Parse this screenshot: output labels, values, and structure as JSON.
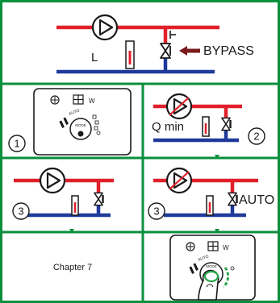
{
  "panels": {
    "top": {
      "bypass_label": "BYPASS",
      "l_label": "L"
    },
    "controller_1": {
      "step": "①",
      "mode_label": "MODE",
      "auto_label": "AUTO",
      "w_label": "W"
    },
    "qmin": {
      "label": "Q min",
      "step": "②"
    },
    "step3_left": {
      "step": "③"
    },
    "step3_right": {
      "step": "③",
      "auto_label": "AUTO"
    },
    "chapter": {
      "label": "Chapter 7"
    },
    "controller_2": {
      "mode_label": "MODE",
      "auto_label": "AUTO",
      "w_label": "W"
    }
  },
  "colors": {
    "frame_green": "#0a8f3c",
    "pipe_red": "#e0202a",
    "pipe_blue": "#1f3a9a",
    "pointer_green": "#2aa84a",
    "arrow_red": "#7a1a1a"
  }
}
